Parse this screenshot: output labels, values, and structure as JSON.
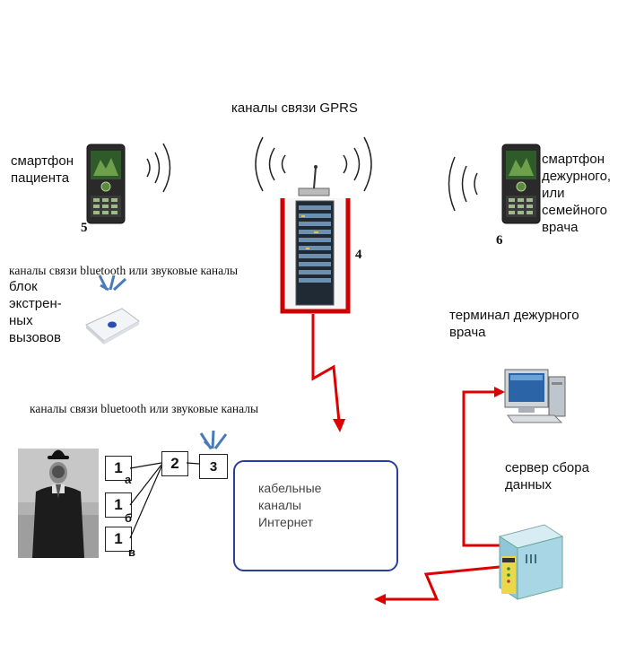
{
  "title": "каналы связи GPRS",
  "patient_phone": {
    "label": "смартфон\nпациента",
    "number": "5"
  },
  "doctor_phone": {
    "label": "смартфон\nдежурного,\nили\nсемейного\nврача",
    "number": "6"
  },
  "server_rack": {
    "number": "4"
  },
  "bluetooth_channels_top": "каналы связи bluetooth или звуковые каналы",
  "emergency_block": "блок\nэкстрен-\nных\nвызовов",
  "terminal": "терминал дежурного\nврача",
  "bluetooth_channels_bottom": "каналы связи bluetooth или звуковые каналы",
  "server_collect": "сервер сбора\nданных",
  "internet": "кабельные\nканалы\nИнтернет",
  "sensors": [
    {
      "label": "1",
      "sub": "а"
    },
    {
      "label": "1",
      "sub": "б"
    },
    {
      "label": "1",
      "sub": "в"
    }
  ],
  "hub_box": "2",
  "transmitter_box": "3",
  "colors": {
    "link_red": "#dd0000",
    "internet_border": "#2a3f9c",
    "rack_red": "#cc0000"
  }
}
